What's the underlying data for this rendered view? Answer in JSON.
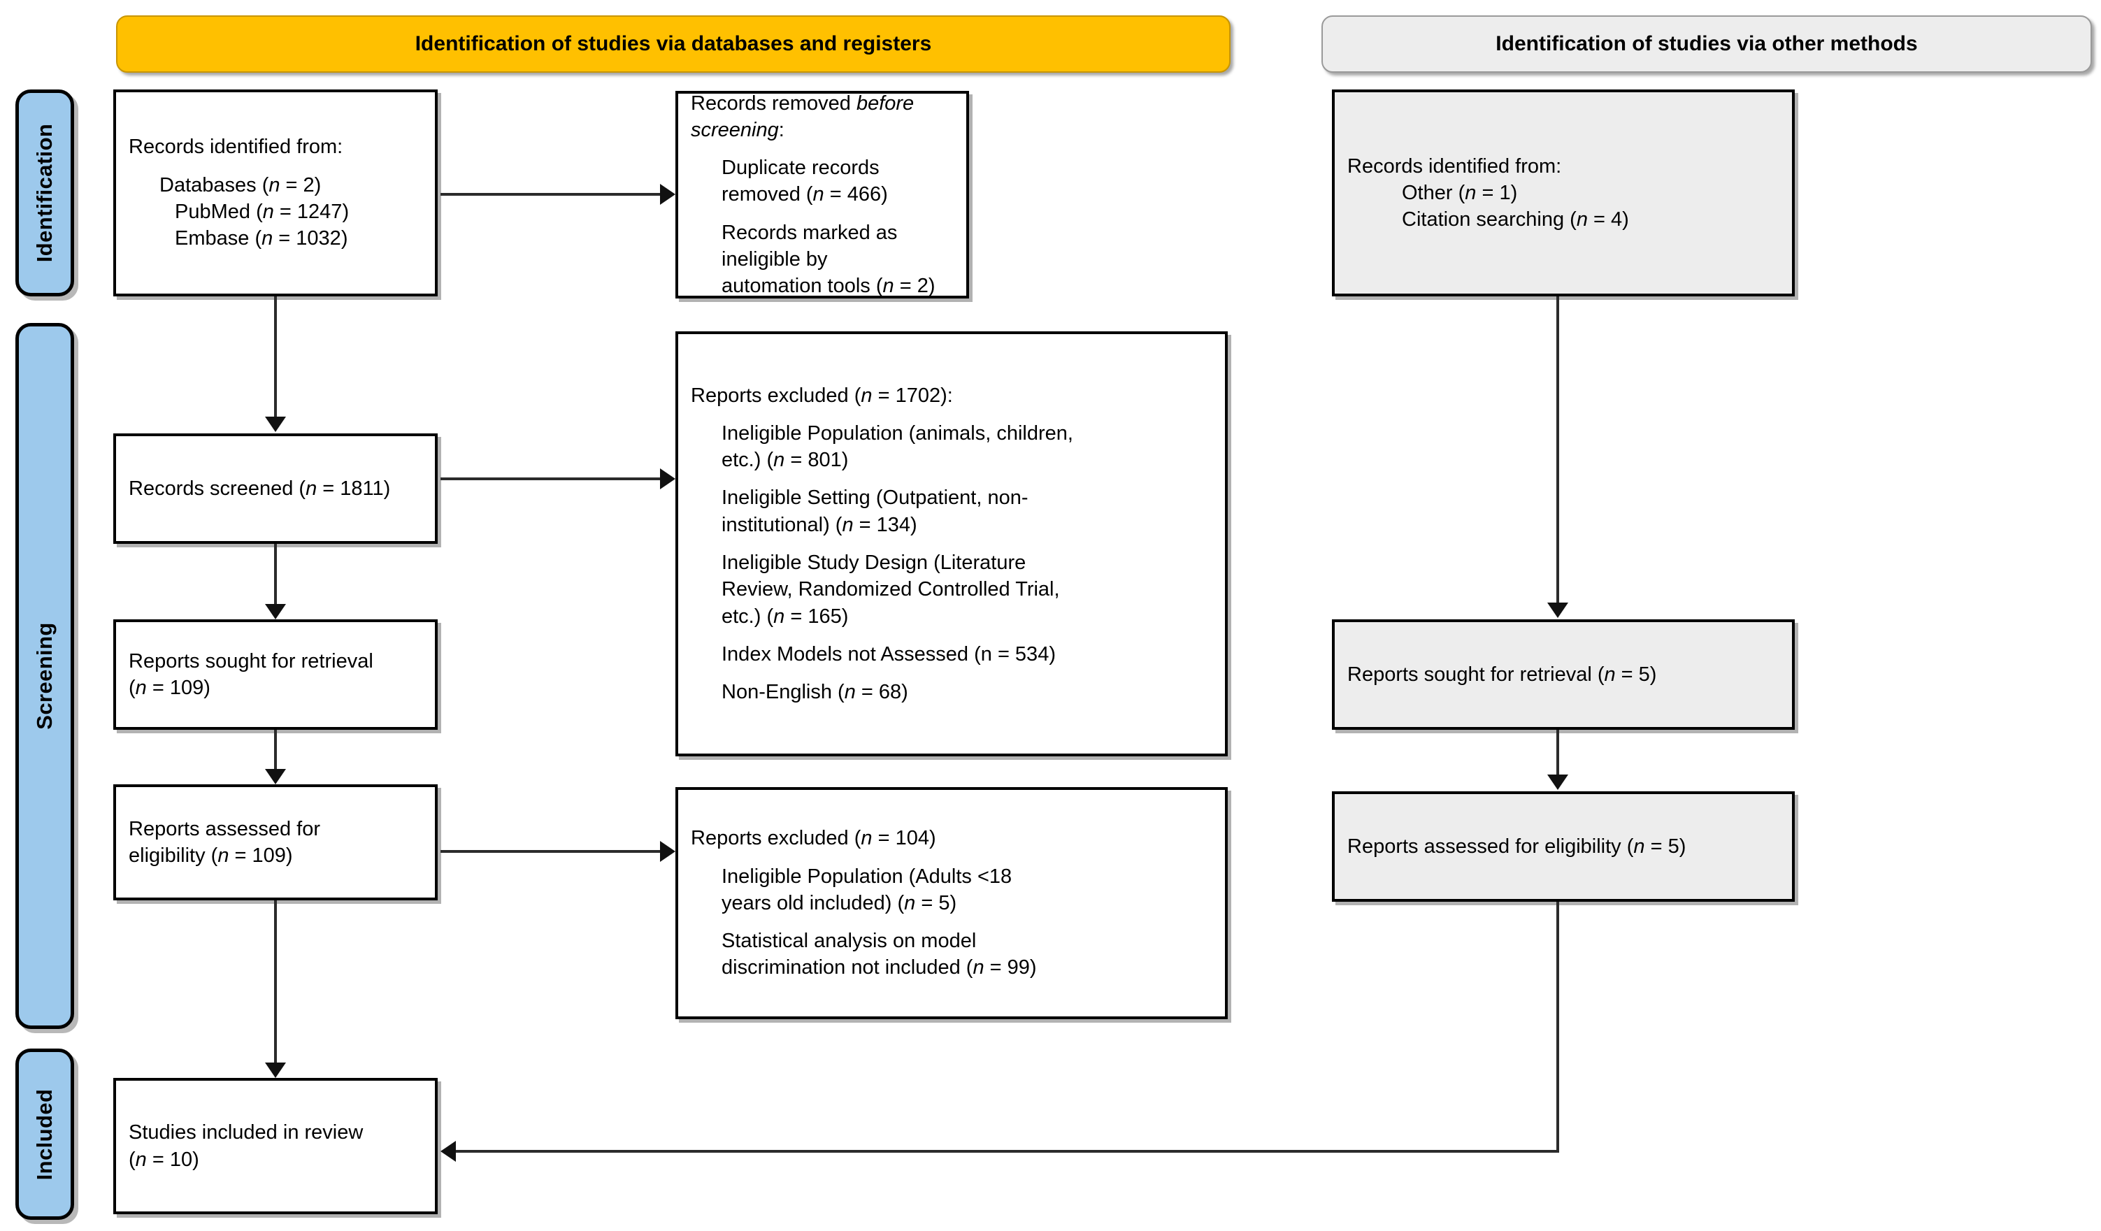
{
  "diagram": {
    "type": "prisma-flow-diagram",
    "stages": [
      {
        "id": "identification",
        "label": "Identification"
      },
      {
        "id": "screening",
        "label": "Screening"
      },
      {
        "id": "included",
        "label": "Included"
      }
    ],
    "columns": {
      "databases": {
        "header": "Identification of studies via databases and registers",
        "header_color": "#FFC000"
      },
      "other": {
        "header": "Identification of studies via other methods",
        "header_color": "#EDEDED"
      }
    },
    "nodes": {
      "records_identified": {
        "title": "Records identified from:",
        "items": [
          "Databases (n = 2)",
          "PubMed (n = 1247)",
          "Embase (n = 1032)"
        ]
      },
      "records_removed": {
        "title": "Records removed before screening:",
        "title_plain": "Records removed ",
        "title_italic": "before screening",
        "title_tail": ":",
        "items": [
          "Duplicate records removed (n = 466)",
          "Records marked as ineligible by",
          "automation tools (n = 2)"
        ]
      },
      "records_screened": {
        "text": "Records screened (n = 1811)"
      },
      "reports_excluded_screening": {
        "title": "Reports excluded (n = 1702):",
        "items": [
          "Ineligible Population (animals, children,",
          "etc.) (n = 801)",
          "Ineligible Setting (Outpatient, non-",
          "institutional) (n = 134)",
          "Ineligible Study Design (Literature",
          "Review, Randomized Controlled Trial,",
          "etc.) (n = 165)",
          "Index Models not Assessed (n = 534)",
          "Non-English (n = 68)"
        ]
      },
      "reports_sought": {
        "line1": "Reports sought for retrieval",
        "line2": "(n = 109)"
      },
      "reports_assessed": {
        "line1": "Reports assessed for",
        "line2": "eligibility (n = 109)"
      },
      "reports_excluded_eligibility": {
        "title": "Reports excluded (n = 104)",
        "items": [
          "Ineligible Population (Adults <18",
          "years old included) (n = 5)",
          "Statistical analysis on model",
          "discrimination not included (n = 99)"
        ]
      },
      "studies_included": {
        "line1": "Studies included in review",
        "line2": "(n = 10)"
      },
      "records_identified_other": {
        "title": "Records identified from:",
        "items": [
          "Other (n = 1)",
          "Citation searching (n = 4)"
        ]
      },
      "reports_sought_other": {
        "text": "Reports sought for retrieval (n = 5)"
      },
      "reports_assessed_other": {
        "text": "Reports assessed for eligibility (n = 5)"
      }
    },
    "counts": {
      "databases": 2,
      "pubmed": 1247,
      "embase": 1032,
      "duplicates_removed": 466,
      "ineligible_automation": 2,
      "records_screened": 1811,
      "excluded_screening_total": 1702,
      "ineligible_population": 801,
      "ineligible_setting": 134,
      "ineligible_study_design": 165,
      "index_models_not_assessed": 534,
      "non_english": 68,
      "reports_sought": 109,
      "reports_assessed": 109,
      "excluded_eligibility_total": 104,
      "ineligible_population_adults": 5,
      "no_discrimination_stats": 99,
      "studies_included": 10,
      "other_identified": 1,
      "citation_searching": 4,
      "other_reports_sought": 5,
      "other_reports_assessed": 5
    }
  }
}
